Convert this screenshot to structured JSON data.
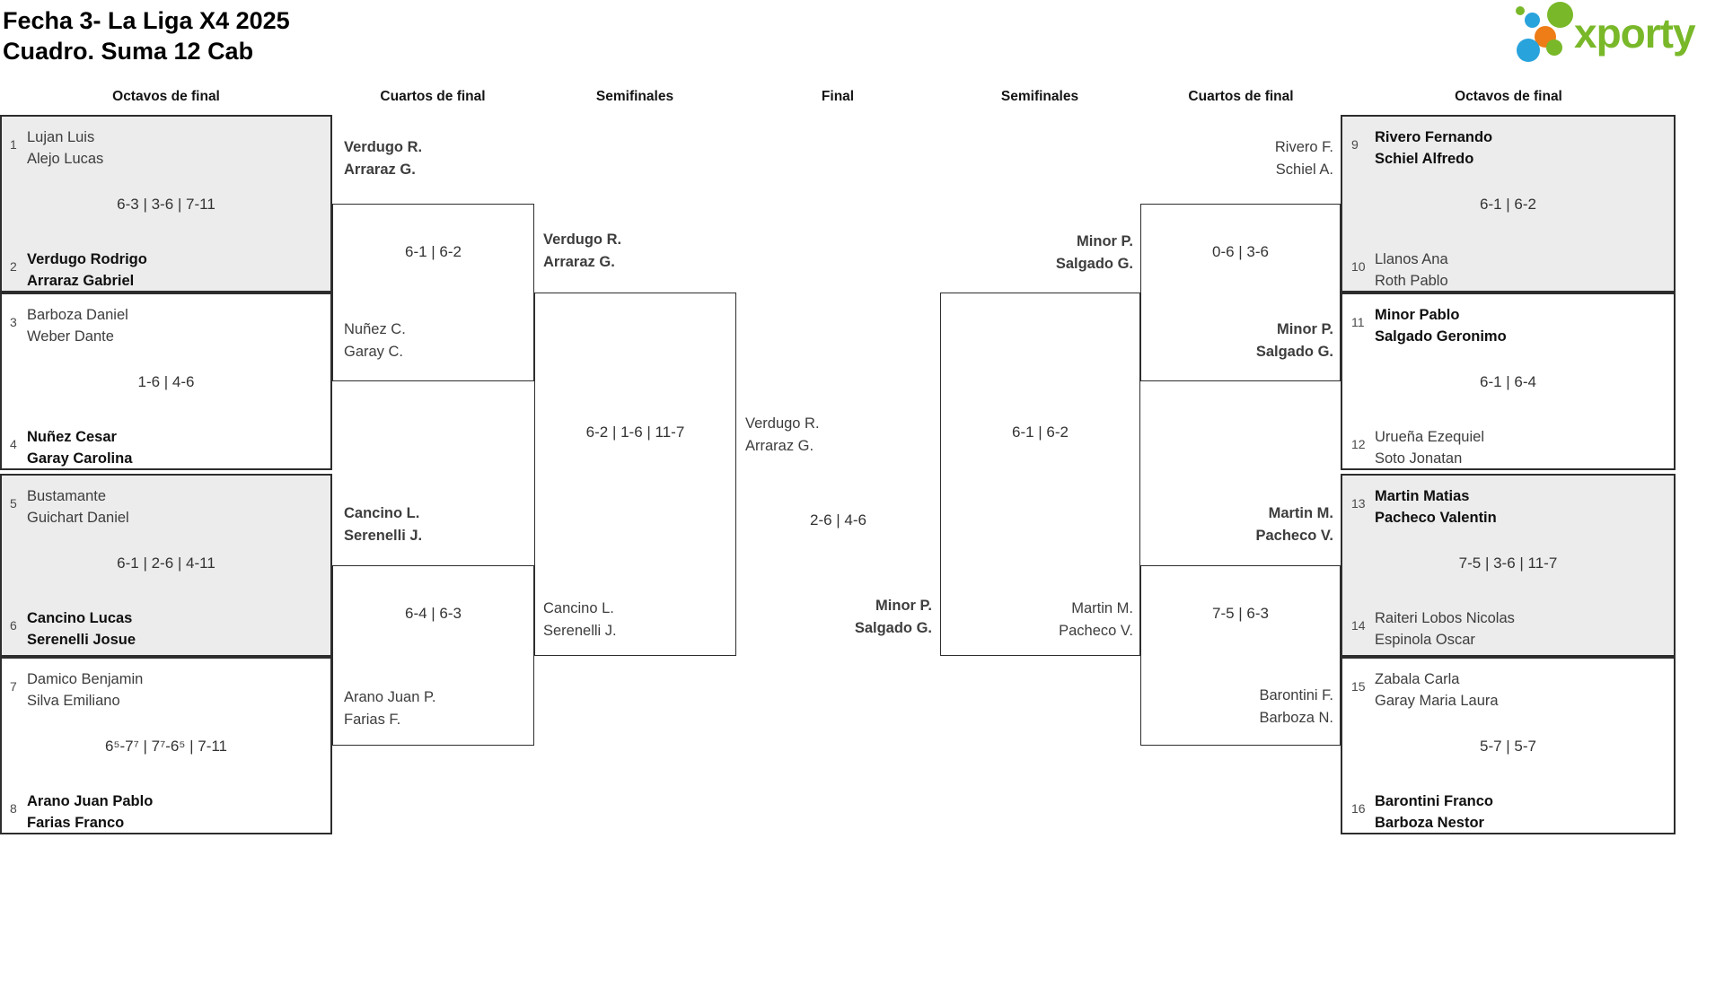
{
  "title": {
    "line1": "Fecha 3- La Liga X4 2025",
    "line2": "Cuadro. Suma 12 Cab"
  },
  "logo": {
    "text": "xporty",
    "green": "#79b829",
    "blue": "#29a3dc",
    "orange": "#ee7d17"
  },
  "headers": {
    "r16_left": "Octavos de final",
    "qf_left": "Cuartos de final",
    "sf_left": "Semifinales",
    "final": "Final",
    "sf_right": "Semifinales",
    "qf_right": "Cuartos de final",
    "r16_right": "Octavos de final"
  },
  "matches": {
    "m1": {
      "seed_top": "1",
      "top": "Lujan Luis\nAlejo Lucas",
      "score": "6-3 | 3-6 | 7-11",
      "seed_bottom": "2",
      "bottom": "Verdugo Rodrigo\nArraraz Gabriel"
    },
    "m2": {
      "seed_top": "3",
      "top": "Barboza Daniel\nWeber Dante",
      "score": "1-6 | 4-6",
      "seed_bottom": "4",
      "bottom": "Nuñez Cesar\nGaray Carolina"
    },
    "m3": {
      "seed_top": "5",
      "top": "Bustamante\nGuichart Daniel",
      "score": "6-1 | 2-6 | 4-11",
      "seed_bottom": "6",
      "bottom": "Cancino Lucas\nSerenelli Josue"
    },
    "m4": {
      "seed_top": "7",
      "top": "Damico Benjamin\nSilva Emiliano",
      "score": "6⁵-7⁷ | 7⁷-6⁵ | 7-11",
      "seed_bottom": "8",
      "bottom": "Arano Juan Pablo\nFarias Franco"
    },
    "m5": {
      "seed_top": "9",
      "top": "Rivero Fernando\nSchiel Alfredo",
      "score": "6-1 | 6-2",
      "seed_bottom": "10",
      "bottom": "Llanos Ana\nRoth Pablo"
    },
    "m6": {
      "seed_top": "11",
      "top": "Minor Pablo\nSalgado Geronimo",
      "score": "6-1 | 6-4",
      "seed_bottom": "12",
      "bottom": "Urueña Ezequiel\nSoto Jonatan"
    },
    "m7": {
      "seed_top": "13",
      "top": "Martin Matias\nPacheco Valentin",
      "score": "7-5 | 3-6 | 11-7",
      "seed_bottom": "14",
      "bottom": "Raiteri Lobos Nicolas\nEspinola Oscar"
    },
    "m8": {
      "seed_top": "15",
      "top": "Zabala Carla\nGaray Maria Laura",
      "score": "5-7 | 5-7",
      "seed_bottom": "16",
      "bottom": "Barontini Franco\nBarboza Nestor"
    },
    "qf1": {
      "top": "Verdugo R.\nArraraz G.",
      "score": "6-1 | 6-2",
      "bottom": "Nuñez C.\nGaray C."
    },
    "qf2": {
      "top": "Cancino L.\nSerenelli J.",
      "score": "6-4 | 6-3",
      "bottom": "Arano Juan P.\nFarias F."
    },
    "qf3": {
      "top": "Rivero F.\nSchiel A.",
      "score": "0-6 | 3-6",
      "bottom": "Minor P.\nSalgado G."
    },
    "qf4": {
      "top": "Martin M.\nPacheco V.",
      "score": "7-5 | 6-3",
      "bottom": "Barontini F.\nBarboza N."
    },
    "sf1": {
      "top": "Verdugo R.\nArraraz G.",
      "score": "6-2 | 1-6 | 11-7",
      "bottom": "Cancino L.\nSerenelli J."
    },
    "sf2": {
      "top": "Minor P.\nSalgado G.",
      "score": "6-1 | 6-2",
      "bottom": "Martin M.\nPacheco V."
    },
    "final": {
      "left": "Verdugo R.\nArraraz G.",
      "score": "2-6 | 4-6",
      "right": "Minor P.\nSalgado G."
    }
  }
}
